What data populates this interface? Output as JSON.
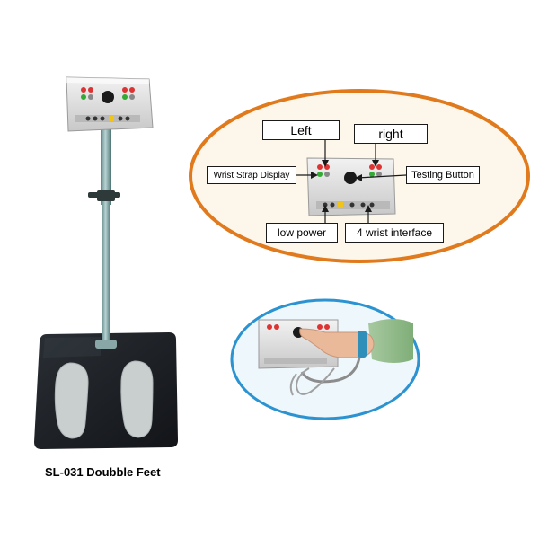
{
  "caption": "SL-031 Doubble Feet",
  "callouts": {
    "left": "Left",
    "right": "right",
    "wrist_strap_display": "Wrist Strap Display",
    "testing_button": "Testing Button",
    "low_power": "low power",
    "wrist_interface": "4 wrist interface"
  },
  "colors": {
    "oval_orange": "#e07a1c",
    "oval_blue": "#2b93d1",
    "mat_dark": "#1b1f24",
    "foot_pad": "#c9cfcf",
    "pole": "#7fa6a6",
    "panel": "#dcdcdc"
  }
}
